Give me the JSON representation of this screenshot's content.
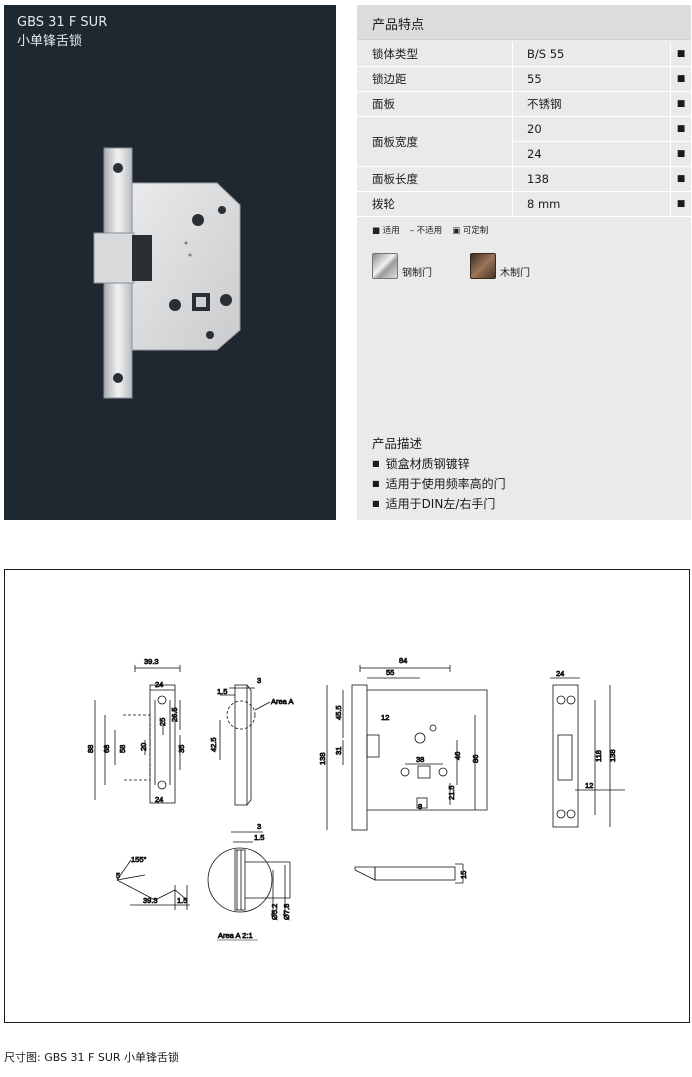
{
  "product": {
    "code": "GBS 31 F SUR",
    "name": "小单锋舌锁"
  },
  "features": {
    "title": "产品特点",
    "rows": [
      {
        "name": "锁体类型",
        "values": [
          "B/S 55"
        ]
      },
      {
        "name": "锁边距",
        "values": [
          "55"
        ]
      },
      {
        "name": "面板",
        "values": [
          "不锈钢"
        ]
      },
      {
        "name": "面板宽度",
        "values": [
          "20",
          "24"
        ]
      },
      {
        "name": "面板长度",
        "values": [
          "138"
        ]
      },
      {
        "name": "拨轮",
        "values": [
          "8 mm"
        ]
      }
    ],
    "mark": "■"
  },
  "legend": {
    "applicable": "■ 适用",
    "not_applicable": "– 不适用",
    "customizable": "▣ 可定制"
  },
  "door_types": {
    "steel": "钢制门",
    "wood": "木制门"
  },
  "description": {
    "title": "产品描述",
    "items": [
      "锁盒材质钢镀锌",
      "适用于使用频率高的门",
      "适用于DIN左/右手门"
    ]
  },
  "drawing": {
    "dims": {
      "d39_3": "39.3",
      "d24": "24",
      "d26_5": "26.5",
      "d35": "35",
      "d88": "88",
      "d68": "68",
      "d58": "58",
      "d20": "20",
      "d25": "25",
      "d24b": "24",
      "d3": "3",
      "d1_5": "1.5",
      "area_a": "Area A",
      "d42_5": "42.5",
      "d84": "84",
      "d55": "55",
      "d45_5": "45.5",
      "d138": "138",
      "d31": "31",
      "d12": "12",
      "d38": "38",
      "d46": "46",
      "d86": "86",
      "d21_5": "21.5",
      "d8": "8",
      "d24c": "24",
      "d118": "118",
      "d138b": "138",
      "d12b": "12",
      "d155": "155°",
      "d5": "5",
      "d39_3b": "39.3",
      "d1_5b": "1.5",
      "d3b": "3",
      "d1_5c": "1.5",
      "d5_2": "Ø5.2",
      "d7_8": "Ø7.8",
      "area_a_scale": "Area A  2:1",
      "d15": "15"
    }
  },
  "caption": "尺寸图: GBS 31 F SUR 小单锋舌锁"
}
